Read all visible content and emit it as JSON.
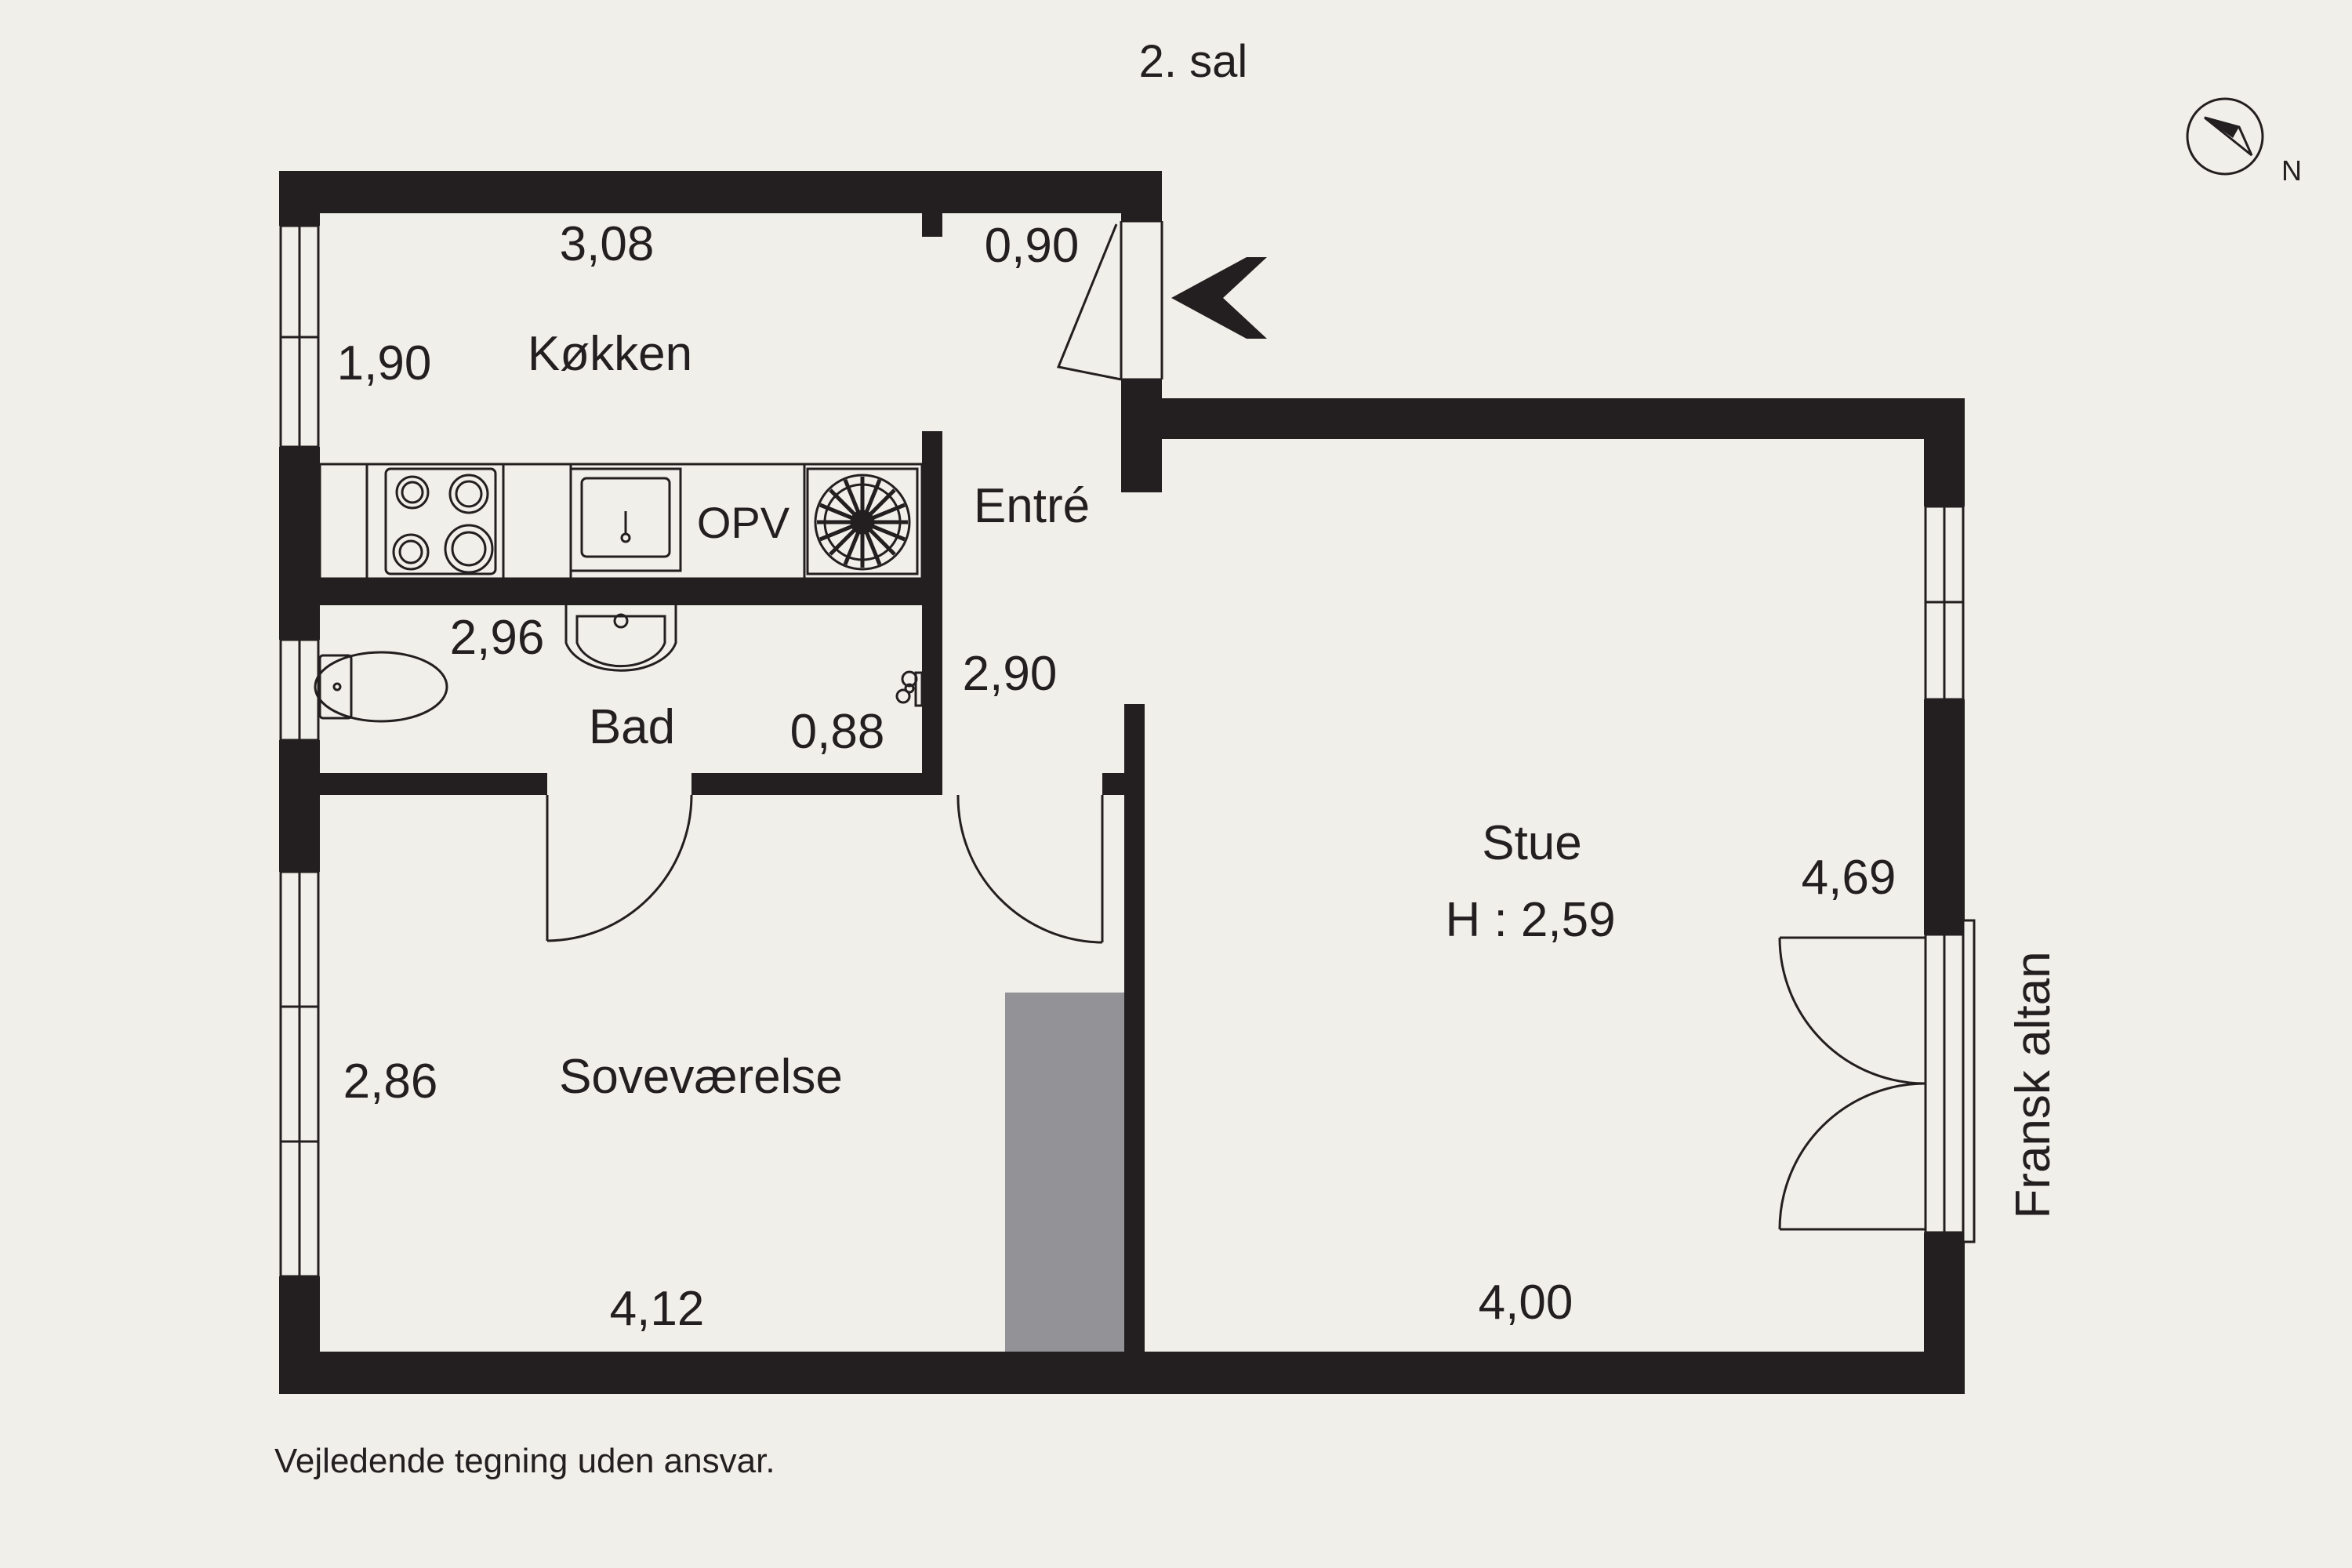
{
  "floor_title": "2. sal",
  "compass": {
    "icon": "compass-icon",
    "direction_label": "N"
  },
  "rooms": {
    "kitchen": {
      "name": "Køkken",
      "width": "3,08",
      "depth": "1,90",
      "opv_label": "OPV"
    },
    "entrance": {
      "name": "Entré",
      "width": "0,90",
      "depth": "2,90"
    },
    "bathroom": {
      "name": "Bad",
      "width": "2,96",
      "depth": "0,88"
    },
    "bedroom": {
      "name": "Soveværelse",
      "width": "4,12",
      "depth": "2,86"
    },
    "living_room": {
      "name": "Stue",
      "height_note": "H : 2,59",
      "width": "4,00",
      "depth": "4,69"
    }
  },
  "balcony_label": "Fransk altan",
  "disclaimer": "Vejledende tegning uden ansvar.",
  "colors": {
    "wall": "#231f20",
    "background": "#f0efe9",
    "closet": "#939296",
    "line": "#231f20"
  }
}
